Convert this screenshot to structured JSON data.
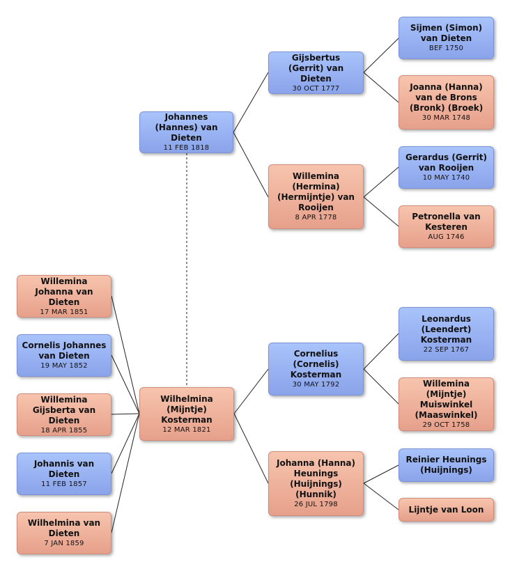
{
  "focus_person": {
    "name": "Wilhelmina (Mijntje) Kosterman",
    "date": "12 MAR 1821",
    "sex": "female"
  },
  "spouse": {
    "name": "Johannes (Hannes) van Dieten",
    "date": "11 FEB 1818",
    "sex": "male"
  },
  "spouse_parents": {
    "father": {
      "name": "Gijsbertus (Gerrit) van Dieten",
      "date": "30 OCT 1777",
      "sex": "male"
    },
    "mother": {
      "name": "Willemina (Hermina) (Hermijntje) van Rooijen",
      "date": "8 APR 1778",
      "sex": "female"
    }
  },
  "spouse_grandparents": {
    "paternal_father": {
      "name": "Sijmen (Simon) van Dieten",
      "date": "BEF 1750",
      "sex": "male"
    },
    "paternal_mother": {
      "name": "Joanna (Hanna) van de Brons (Bronk) (Broek)",
      "date": "30 MAR 1748",
      "sex": "female"
    },
    "maternal_father": {
      "name": "Gerardus (Gerrit) van Rooijen",
      "date": "10 MAY 1740",
      "sex": "male"
    },
    "maternal_mother": {
      "name": "Petronella van Kesteren",
      "date": "AUG 1746",
      "sex": "female"
    }
  },
  "parents": {
    "father": {
      "name": "Cornelius (Cornelis) Kosterman",
      "date": "30 MAY 1792",
      "sex": "male"
    },
    "mother": {
      "name": "Johanna (Hanna) Heunings (Huijnings) (Hunnik)",
      "date": "26 JUL 1798",
      "sex": "female"
    }
  },
  "grandparents": {
    "paternal_father": {
      "name": "Leonardus (Leendert) Kosterman",
      "date": "22 SEP 1767",
      "sex": "male"
    },
    "paternal_mother": {
      "name": "Willemina (Mijntje) Muiswinkel (Maaswinkel)",
      "date": "29 OCT 1758",
      "sex": "female"
    },
    "maternal_father": {
      "name": "Reinier Heunings (Huijnings)",
      "date": "",
      "sex": "male"
    },
    "maternal_mother": {
      "name": "Lijntje van Loon",
      "date": "",
      "sex": "female"
    }
  },
  "children": [
    {
      "name": "Willemina Johanna van Dieten",
      "date": "17 MAR 1851",
      "sex": "female"
    },
    {
      "name": "Cornelis Johannes van Dieten",
      "date": "19 MAY 1852",
      "sex": "male"
    },
    {
      "name": "Willemina Gijsberta van Dieten",
      "date": "18 APR 1855",
      "sex": "female"
    },
    {
      "name": "Johannis van Dieten",
      "date": "11 FEB 1857",
      "sex": "male"
    },
    {
      "name": "Wilhelmina van Dieten",
      "date": "7 JAN 1859",
      "sex": "female"
    }
  ]
}
